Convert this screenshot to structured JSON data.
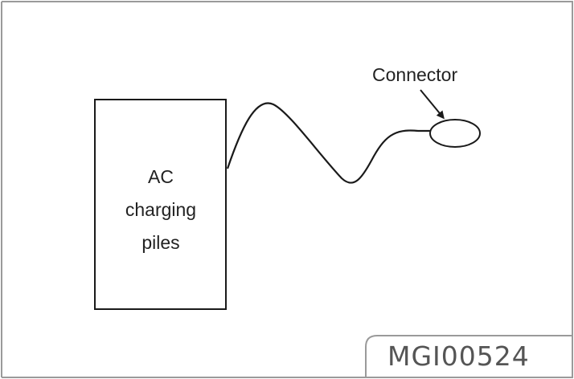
{
  "diagram": {
    "pile_label_lines": [
      "AC",
      "charging",
      "piles"
    ],
    "connector_label": "Connector",
    "figure_id": "MGI00524"
  },
  "colors": {
    "frame": "#9a9a9a",
    "stroke": "#1a1a1a",
    "text": "#222222",
    "figure_id_text": "#555555"
  }
}
